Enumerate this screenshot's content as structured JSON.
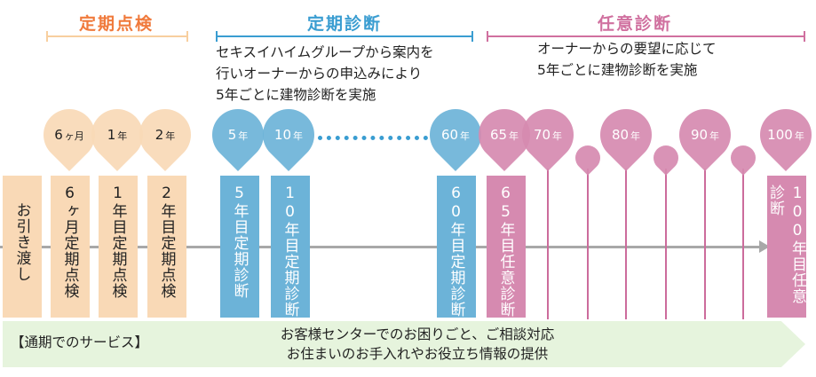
{
  "sections": {
    "inspection": {
      "title": "定期点検",
      "color": "#f07a3c",
      "bracket_color": "#f8cf9f"
    },
    "diagnosis": {
      "title": "定期診断",
      "color": "#3a9dd1",
      "bracket_color": "#3a9dd1",
      "description": [
        "セキスイハイムグループから案内を",
        "行いオーナーからの申込みにより",
        "5年ごとに建物診断を実施"
      ]
    },
    "optional": {
      "title": "任意診断",
      "color": "#d0709f",
      "bracket_color": "#d0709f",
      "description": [
        "オーナーからの要望に応じて",
        "5年ごとに建物診断を実施"
      ]
    }
  },
  "pins": [
    {
      "num": "6",
      "unit": "ヶ月",
      "group": "inspection"
    },
    {
      "num": "1",
      "unit": "年",
      "group": "inspection"
    },
    {
      "num": "2",
      "unit": "年",
      "group": "inspection"
    },
    {
      "num": "5",
      "unit": "年",
      "group": "diagnosis"
    },
    {
      "num": "10",
      "unit": "年",
      "group": "diagnosis"
    },
    {
      "num": "60",
      "unit": "年",
      "group": "diagnosis"
    },
    {
      "num": "65",
      "unit": "年",
      "group": "optional"
    },
    {
      "num": "70",
      "unit": "年",
      "group": "optional"
    },
    {
      "num": "80",
      "unit": "年",
      "group": "optional"
    },
    {
      "num": "90",
      "unit": "年",
      "group": "optional"
    },
    {
      "num": "100",
      "unit": "年",
      "group": "optional"
    }
  ],
  "boxes": [
    {
      "label": "お引き渡し",
      "group": "handover"
    },
    {
      "label": "6ヶ月定期点検",
      "group": "inspection"
    },
    {
      "label": "1年目定期点検",
      "group": "inspection"
    },
    {
      "label": "2年目定期点検",
      "group": "inspection"
    },
    {
      "label": "5年目定期診断",
      "group": "diagnosis"
    },
    {
      "label": "10年目定期診断",
      "group": "diagnosis"
    },
    {
      "label": "60年目定期診断",
      "group": "diagnosis"
    },
    {
      "label": "65年目任意診断",
      "group": "optional"
    },
    {
      "label": "100年目任意診断",
      "group": "optional"
    }
  ],
  "service": {
    "label": "【通期でのサービス】",
    "lines": [
      "お客様センターでのお困りごと、ご相談対応",
      "お住まいのお手入れやお役立ち情報の提供"
    ]
  },
  "colors": {
    "inspection_fill": "#f9d9b6",
    "diagnosis_fill": "#6cb3d8",
    "optional_fill": "#d68ab0",
    "handover_fill": "#f9d9b6",
    "timeline": "#a8a8a8",
    "band": "#e6f4dd"
  }
}
